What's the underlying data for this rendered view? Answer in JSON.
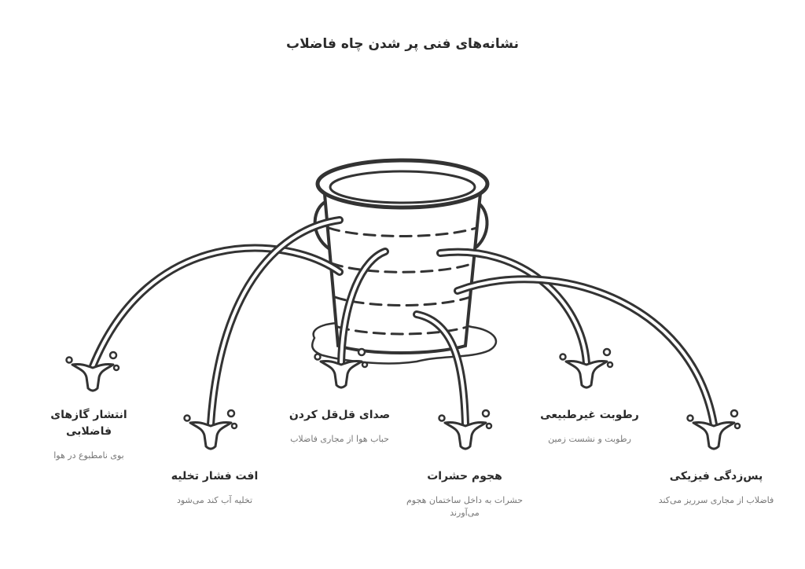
{
  "title": "نشانه‌های فنی پر شدن چاه فاضلاب",
  "center": {
    "icon": "bucket-icon"
  },
  "signs": [
    {
      "name": "انتشار گازهای فاضلابی",
      "desc": "بوی نامطبوع در هوا"
    },
    {
      "name": "افت فشار تخلیه",
      "desc": "تخلیه آب کند می‌شود"
    },
    {
      "name": "صدای قل‌قل کردن",
      "desc": "حباب هوا از مجاری فاضلاب"
    },
    {
      "name": "هجوم حشرات",
      "desc": "حشرات به داخل ساختمان هجوم می‌آورند"
    },
    {
      "name": "رطوبت غیرطبیعی",
      "desc": "رطوبت و نشست زمین"
    },
    {
      "name": "پس‌زدگی فیزیکی",
      "desc": "فاضلاب از مجاری سرریز می‌کند"
    }
  ],
  "colors": {
    "ink": "#333333",
    "text_muted": "#777777"
  }
}
